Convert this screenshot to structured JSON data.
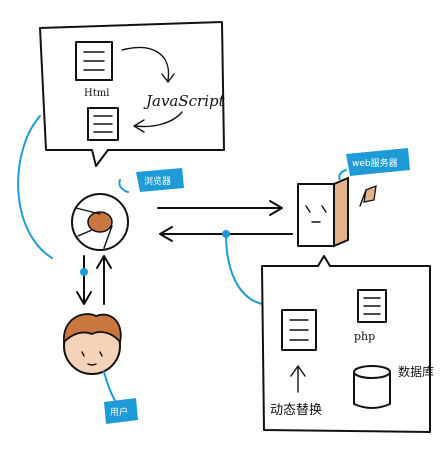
{
  "labels": {
    "html": "Html",
    "javascript": "JavaScript",
    "browser": "浏览器",
    "web_server": "web服务器",
    "user": "用户",
    "php": "php",
    "dynamic_replace": "动态替换",
    "database": "数据库"
  },
  "colors": {
    "ink": "#111111",
    "accent": "#1e9bd7",
    "skin": "#f4d2b8",
    "hair": "#c9773e",
    "server_side": "#e3b48a"
  }
}
